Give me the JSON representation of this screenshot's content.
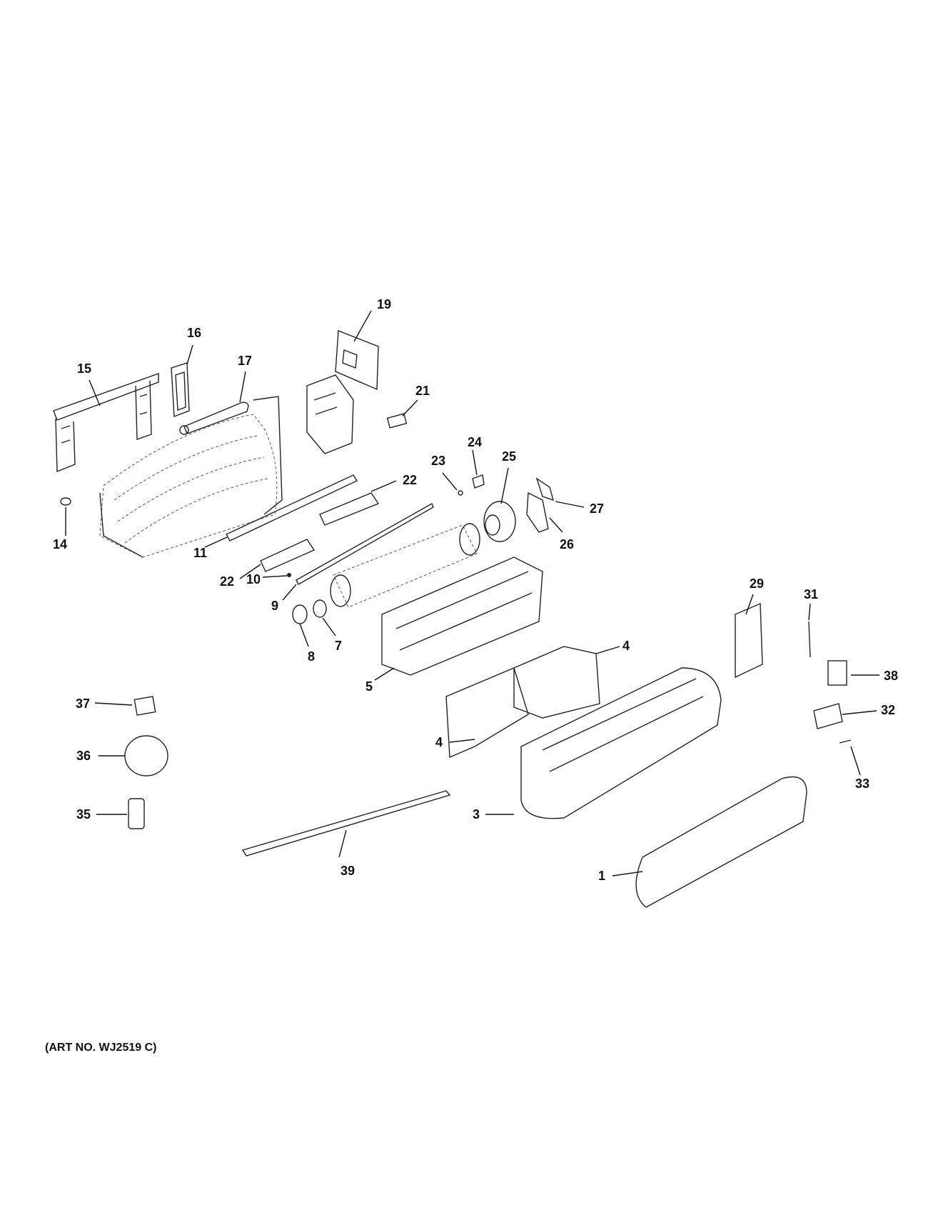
{
  "art_number": "(ART NO. WJ2519 C)",
  "callouts": {
    "c1": "1",
    "c3": "3",
    "c4a": "4",
    "c4b": "4",
    "c5": "5",
    "c7": "7",
    "c8": "8",
    "c9": "9",
    "c10": "10",
    "c11": "11",
    "c14": "14",
    "c15": "15",
    "c16": "16",
    "c17": "17",
    "c19": "19",
    "c21": "21",
    "c22a": "22",
    "c22b": "22",
    "c23": "23",
    "c24": "24",
    "c25": "25",
    "c26": "26",
    "c27": "27",
    "c29": "29",
    "c31": "31",
    "c32": "32",
    "c33": "33",
    "c35": "35",
    "c36": "36",
    "c37": "37",
    "c38": "38",
    "c39": "39"
  }
}
